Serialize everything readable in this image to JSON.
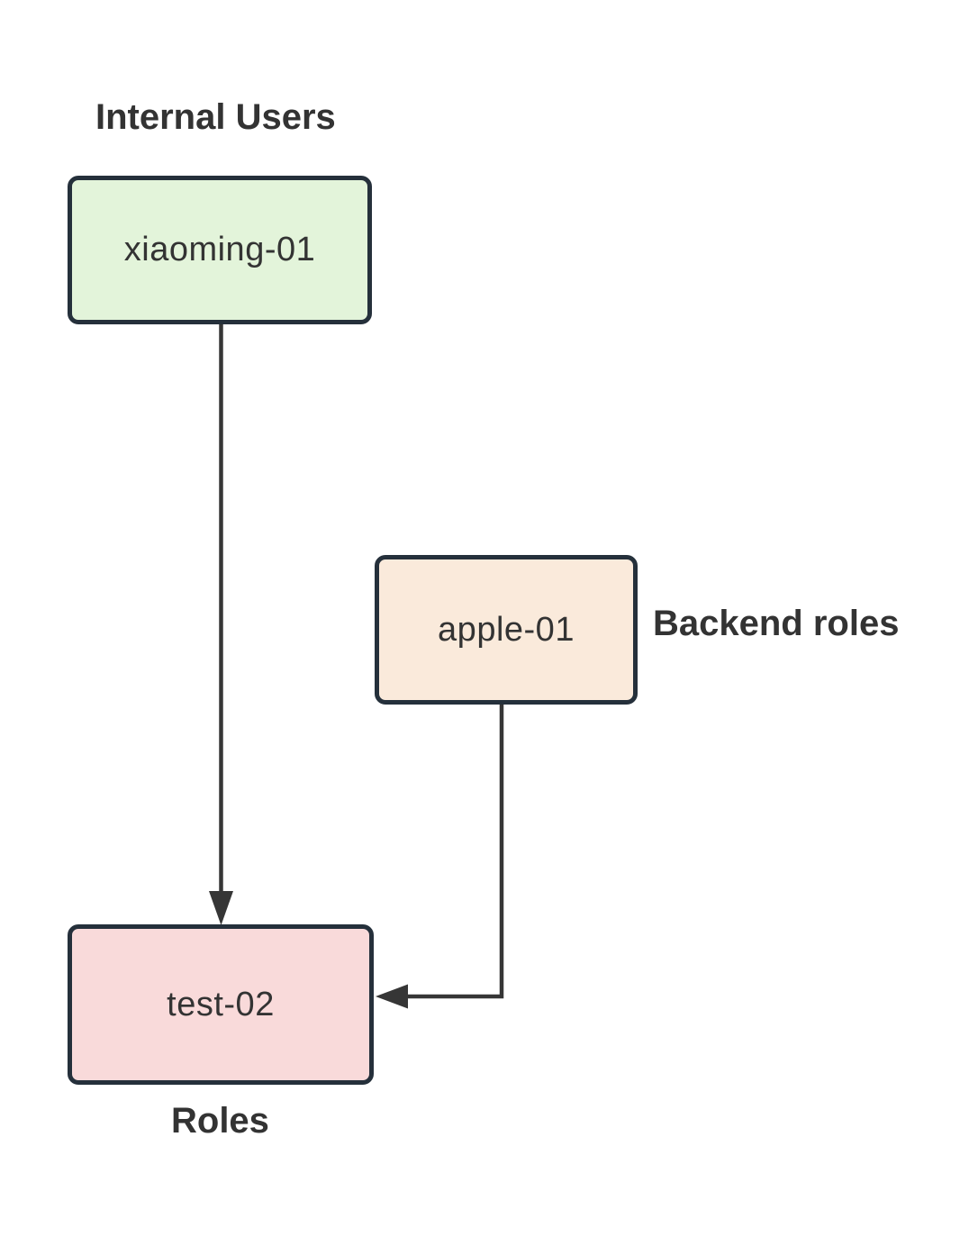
{
  "diagram": {
    "type": "flowchart",
    "labels": {
      "internal_users": "Internal Users",
      "backend_roles": "Backend roles",
      "roles": "Roles"
    },
    "nodes": [
      {
        "id": "xiaoming-01",
        "label": "xiaoming-01",
        "group": "Internal Users",
        "fill": "#e3f4da"
      },
      {
        "id": "apple-01",
        "label": "apple-01",
        "group": "Backend roles",
        "fill": "#faeadb"
      },
      {
        "id": "test-02",
        "label": "test-02",
        "group": "Roles",
        "fill": "#f9dada"
      }
    ],
    "edges": [
      {
        "from": "xiaoming-01",
        "to": "test-02",
        "direction": "down"
      },
      {
        "from": "apple-01",
        "to": "test-02",
        "direction": "down-left"
      }
    ],
    "colors": {
      "background": "#ffffff",
      "node_border": "#25303b",
      "arrow": "#363636",
      "text": "#333333"
    }
  }
}
